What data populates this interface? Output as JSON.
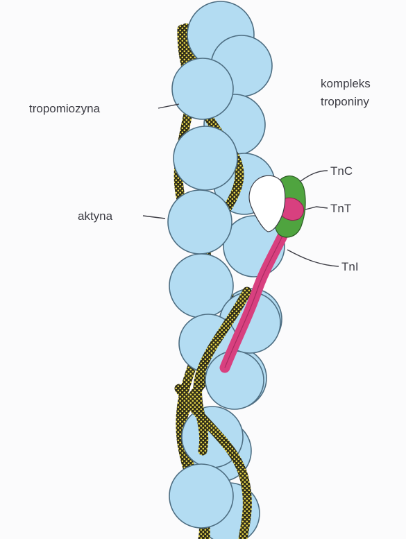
{
  "labels": {
    "tropomiozyna": "tropomiozyna",
    "aktyna": "aktyna",
    "kompleks_line1": "kompleks",
    "kompleks_line2": "troponiny",
    "tnc": "TnC",
    "tnt": "TnT",
    "tni": "TnI"
  },
  "colors": {
    "background": "#fbfbfc",
    "actin_fill": "#b3dcf2",
    "actin_stroke": "#4e6e82",
    "tropomyosin_strand": "#2f2d18",
    "tropomyosin_dots": "#e6d54a",
    "tnc": "#4fa43f",
    "tnt": "#d8407f",
    "tni": "#d8407f",
    "label_text": "#3c3c44"
  }
}
